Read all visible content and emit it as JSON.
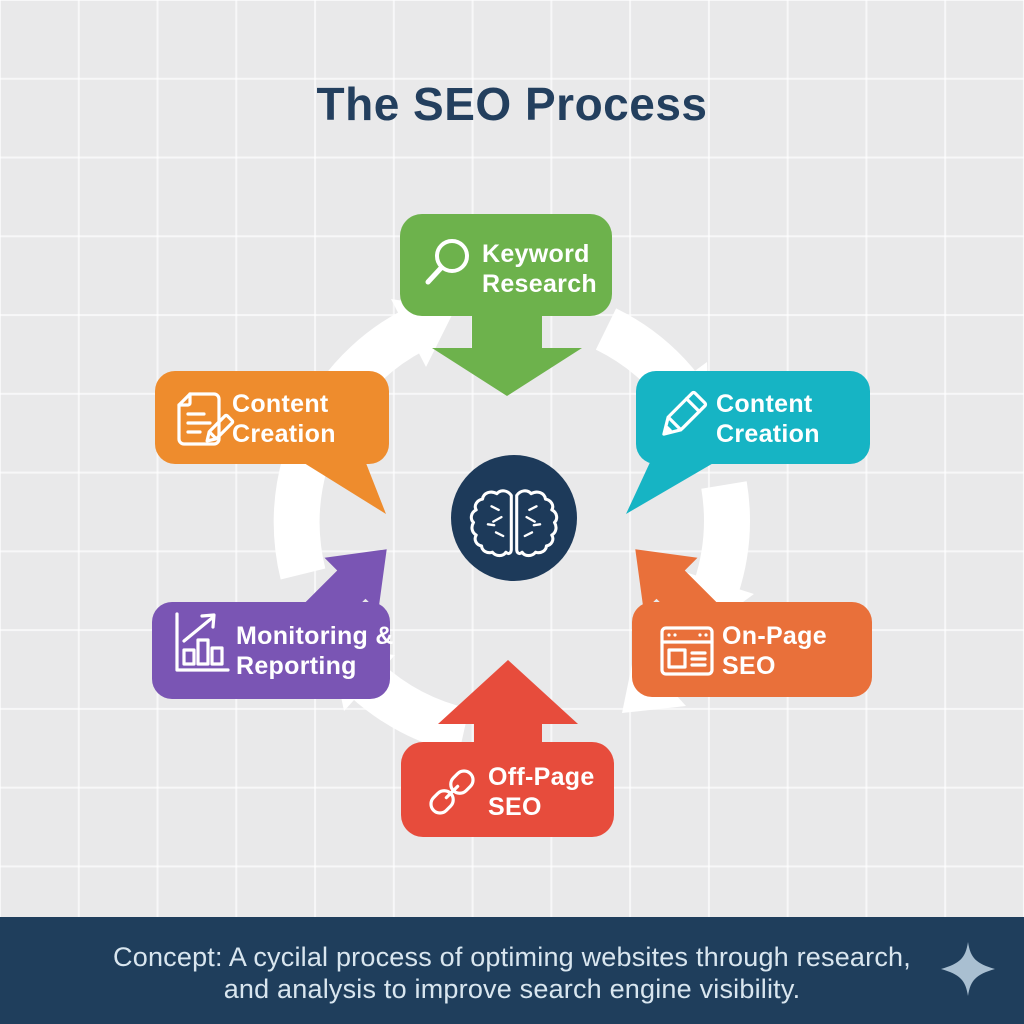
{
  "title": "The SEO Process",
  "canvas": {
    "background": "#e9e9ea",
    "grid_line_color": "rgba(255,255,255,0.65)",
    "ring_color": "#ffffff",
    "title_color": "#233f5e"
  },
  "center": {
    "icon": "brain-icon",
    "circle_color": "#1d3a5a",
    "icon_color": "#ffffff"
  },
  "steps": [
    {
      "name": "keyword-research",
      "line1": "Keyword",
      "line2": "Research",
      "color": "#6db24c",
      "icon": "magnifier-icon"
    },
    {
      "name": "content-creation-right",
      "line1": "Content",
      "line2": "Creation",
      "color": "#16b4c4",
      "icon": "pencil-icon"
    },
    {
      "name": "on-page-seo",
      "line1": "On-Page",
      "line2": "SEO",
      "color": "#e9703a",
      "icon": "browser-window-icon"
    },
    {
      "name": "off-page-seo",
      "line1": "Off-Page",
      "line2": "SEO",
      "color": "#e74c3c",
      "icon": "link-icon"
    },
    {
      "name": "monitoring-reporting",
      "line1": "Monitoring &",
      "line2": "Reporting",
      "color": "#7a55b4",
      "icon": "bar-chart-icon"
    },
    {
      "name": "content-creation-left",
      "line1": "Content",
      "line2": "Creation",
      "color": "#ee8c2d",
      "icon": "document-pencil-icon"
    }
  ],
  "footer": {
    "line1": "Concept: A cycilal process of optiming websites through research,",
    "line2": "and analysis to improve search engine visibility.",
    "background": "#1f3e5c",
    "text_color": "#d9e6ef",
    "sparkle_icon": "sparkle-icon",
    "sparkle_color": "#a9bfd1"
  }
}
